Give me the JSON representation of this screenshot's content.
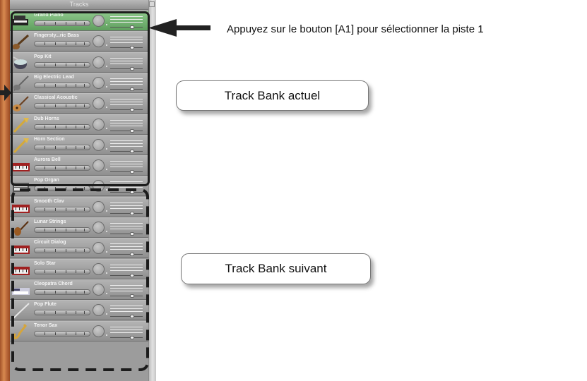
{
  "panel": {
    "header": "Tracks"
  },
  "tracks": [
    {
      "name": "Grand Piano",
      "icon": "piano-icon",
      "selected": true
    },
    {
      "name": "Fingersty...ric Bass",
      "icon": "bass-guitar-icon"
    },
    {
      "name": "Pop Kit",
      "icon": "drum-kit-icon"
    },
    {
      "name": "Big Electric Lead",
      "icon": "electric-guitar-icon"
    },
    {
      "name": "Classical Acoustic",
      "icon": "acoustic-guitar-icon"
    },
    {
      "name": "Dub Horns",
      "icon": "horn-icon"
    },
    {
      "name": "Horn Section",
      "icon": "horn-icon"
    },
    {
      "name": "Aurora Bell",
      "icon": "keyboard-icon"
    },
    {
      "name": "Pop Organ",
      "icon": "organ-icon"
    },
    {
      "name": "Smooth Clav",
      "icon": "keyboard-icon"
    },
    {
      "name": "Lunar Strings",
      "icon": "violin-icon"
    },
    {
      "name": "Circuit Dialog",
      "icon": "keyboard-icon"
    },
    {
      "name": "Solo Star",
      "icon": "keyboard-icon"
    },
    {
      "name": "Cleopatra Chord",
      "icon": "synth-icon"
    },
    {
      "name": "Pop Flute",
      "icon": "flute-icon"
    },
    {
      "name": "Tenor Sax",
      "icon": "saxophone-icon"
    }
  ],
  "annotations": {
    "a1_instruction": "Appuyez sur le bouton [A1] pour sélectionner la piste 1",
    "current_bank": "Track Bank actuel",
    "next_bank": "Track Bank suivant"
  },
  "colors": {
    "selected_track": "#6fae6d",
    "track": "#a0a0a0",
    "outline": "#1c1c1c"
  }
}
